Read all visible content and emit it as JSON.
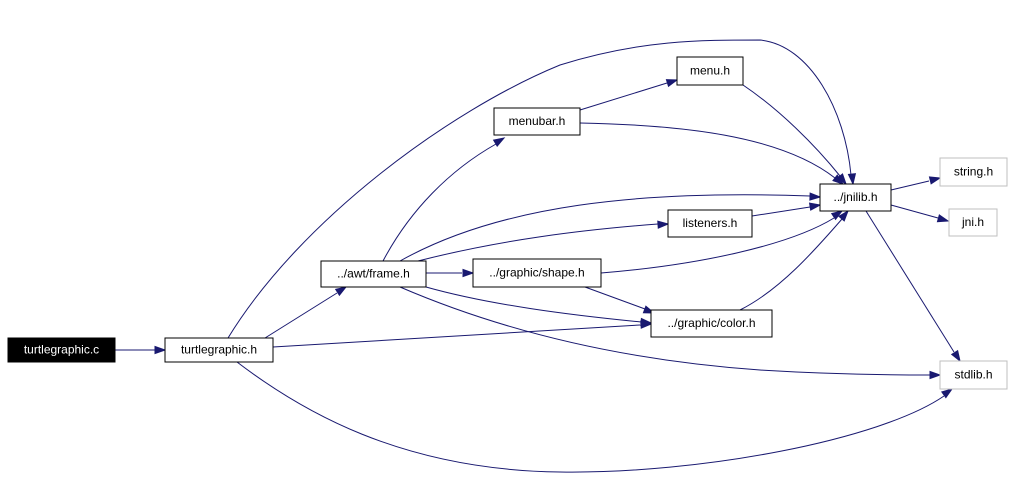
{
  "colors": {
    "edge": "#191970",
    "root_fill": "#000000",
    "root_text": "#ffffff",
    "external_border": "#bfbfbf"
  },
  "nodes": {
    "turtlegraphic_c": {
      "label": "turtlegraphic.c"
    },
    "turtlegraphic_h": {
      "label": "turtlegraphic.h"
    },
    "frame_h": {
      "label": "../awt/frame.h"
    },
    "menubar_h": {
      "label": "menubar.h"
    },
    "menu_h": {
      "label": "menu.h"
    },
    "jnilib_h": {
      "label": "../jnilib.h"
    },
    "string_h": {
      "label": "string.h"
    },
    "jni_h": {
      "label": "jni.h"
    },
    "listeners_h": {
      "label": "listeners.h"
    },
    "shape_h": {
      "label": "../graphic/shape.h"
    },
    "color_h": {
      "label": "../graphic/color.h"
    },
    "stdlib_h": {
      "label": "stdlib.h"
    }
  },
  "edges": [
    [
      "turtlegraphic_c",
      "turtlegraphic_h"
    ],
    [
      "turtlegraphic_h",
      "frame_h"
    ],
    [
      "turtlegraphic_h",
      "jnilib_h"
    ],
    [
      "turtlegraphic_h",
      "color_h"
    ],
    [
      "turtlegraphic_h",
      "stdlib_h"
    ],
    [
      "frame_h",
      "menubar_h"
    ],
    [
      "frame_h",
      "jnilib_h"
    ],
    [
      "frame_h",
      "listeners_h"
    ],
    [
      "frame_h",
      "shape_h"
    ],
    [
      "frame_h",
      "color_h"
    ],
    [
      "frame_h",
      "stdlib_h"
    ],
    [
      "menubar_h",
      "menu_h"
    ],
    [
      "menubar_h",
      "jnilib_h"
    ],
    [
      "menu_h",
      "jnilib_h"
    ],
    [
      "listeners_h",
      "jnilib_h"
    ],
    [
      "shape_h",
      "jnilib_h"
    ],
    [
      "shape_h",
      "color_h"
    ],
    [
      "color_h",
      "jnilib_h"
    ],
    [
      "jnilib_h",
      "string_h"
    ],
    [
      "jnilib_h",
      "jni_h"
    ],
    [
      "jnilib_h",
      "stdlib_h"
    ]
  ]
}
